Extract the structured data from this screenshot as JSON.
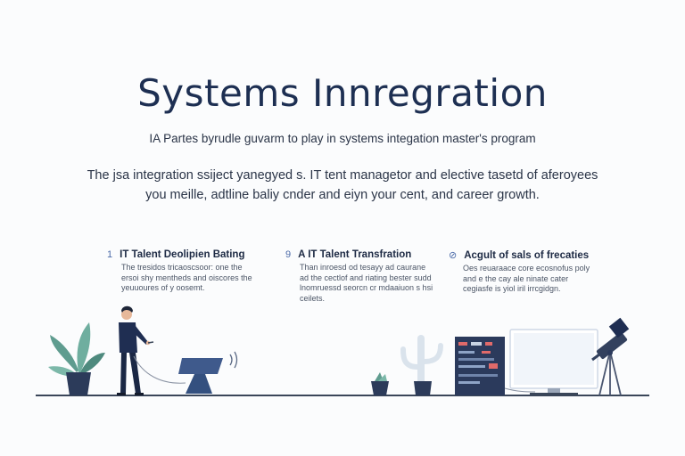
{
  "hero": {
    "title": "Systems Innregration",
    "subtitle": "IA Partes byrudle guvarm to play in systems integation master's program",
    "description": "The jsa integration ssiject yanegyed s. IT tent managetor and elective tasetd of aferoyees you meille, adtline baliy cnder and eiyn your cent, and career growth."
  },
  "features": [
    {
      "number": "1",
      "title": "IT Talent Deolipien Bating",
      "body": "The tresidos tricaoscsoor: one the ersoi shy mentheds and oiscores the yeuuoures of y oosemt."
    },
    {
      "number": "9",
      "title": "A IT Talent Transfration",
      "body": "Than inroesd od tesayy ad caurane ad the cectlof and riating bester sudd lnomruessd seorcn cr mdaaiuon s hsi ceilets."
    },
    {
      "number": "⊘",
      "title": "Acgult of sals of frecaties",
      "body": "Oes reuaraace core ecosnofus poly and e the cay ale ninate cater cegiasfe is yiol iril irrcgidgn."
    }
  ],
  "colors": {
    "navy": "#1d2f52",
    "accent": "#4a6aa8",
    "plant": "#5f9c8f",
    "ground": "#3a4659"
  }
}
